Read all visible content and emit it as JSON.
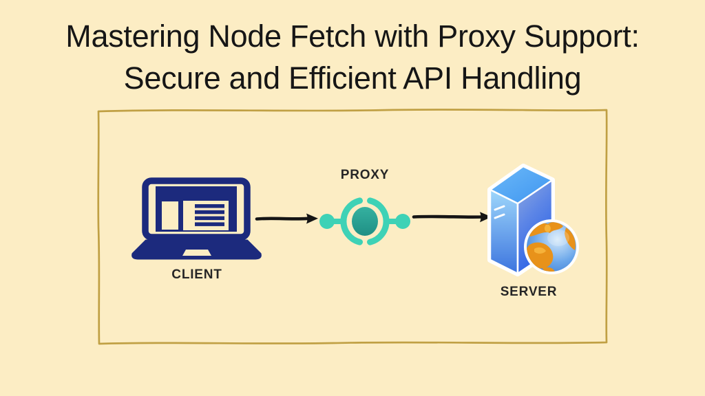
{
  "header": {
    "title_line1": "Mastering Node Fetch with Proxy Support:",
    "title_line2": "Secure and Efficient API Handling"
  },
  "diagram": {
    "client": {
      "label": "CLIENT",
      "icon": "laptop-icon"
    },
    "proxy": {
      "label": "PROXY",
      "icon": "proxy-icon"
    },
    "server": {
      "label": "SERVER",
      "icon": "server-globe-icon"
    },
    "connections": [
      {
        "from": "CLIENT",
        "to": "PROXY"
      },
      {
        "from": "PROXY",
        "to": "SERVER"
      }
    ]
  },
  "colors": {
    "background": "#fcedc4",
    "panel_border": "#c0a044",
    "title_text": "#161616",
    "label_text": "#262626",
    "laptop_navy": "#1c2a7d",
    "proxy_teal": "#3ed2b6",
    "proxy_teal_dark": "#2a9d8e",
    "arrow_color": "#151515",
    "server_blue": "#2e6ae4",
    "server_blue_light": "#8fd0fa",
    "globe_ocean": "#4d8fdd",
    "globe_orange": "#e8921a"
  }
}
